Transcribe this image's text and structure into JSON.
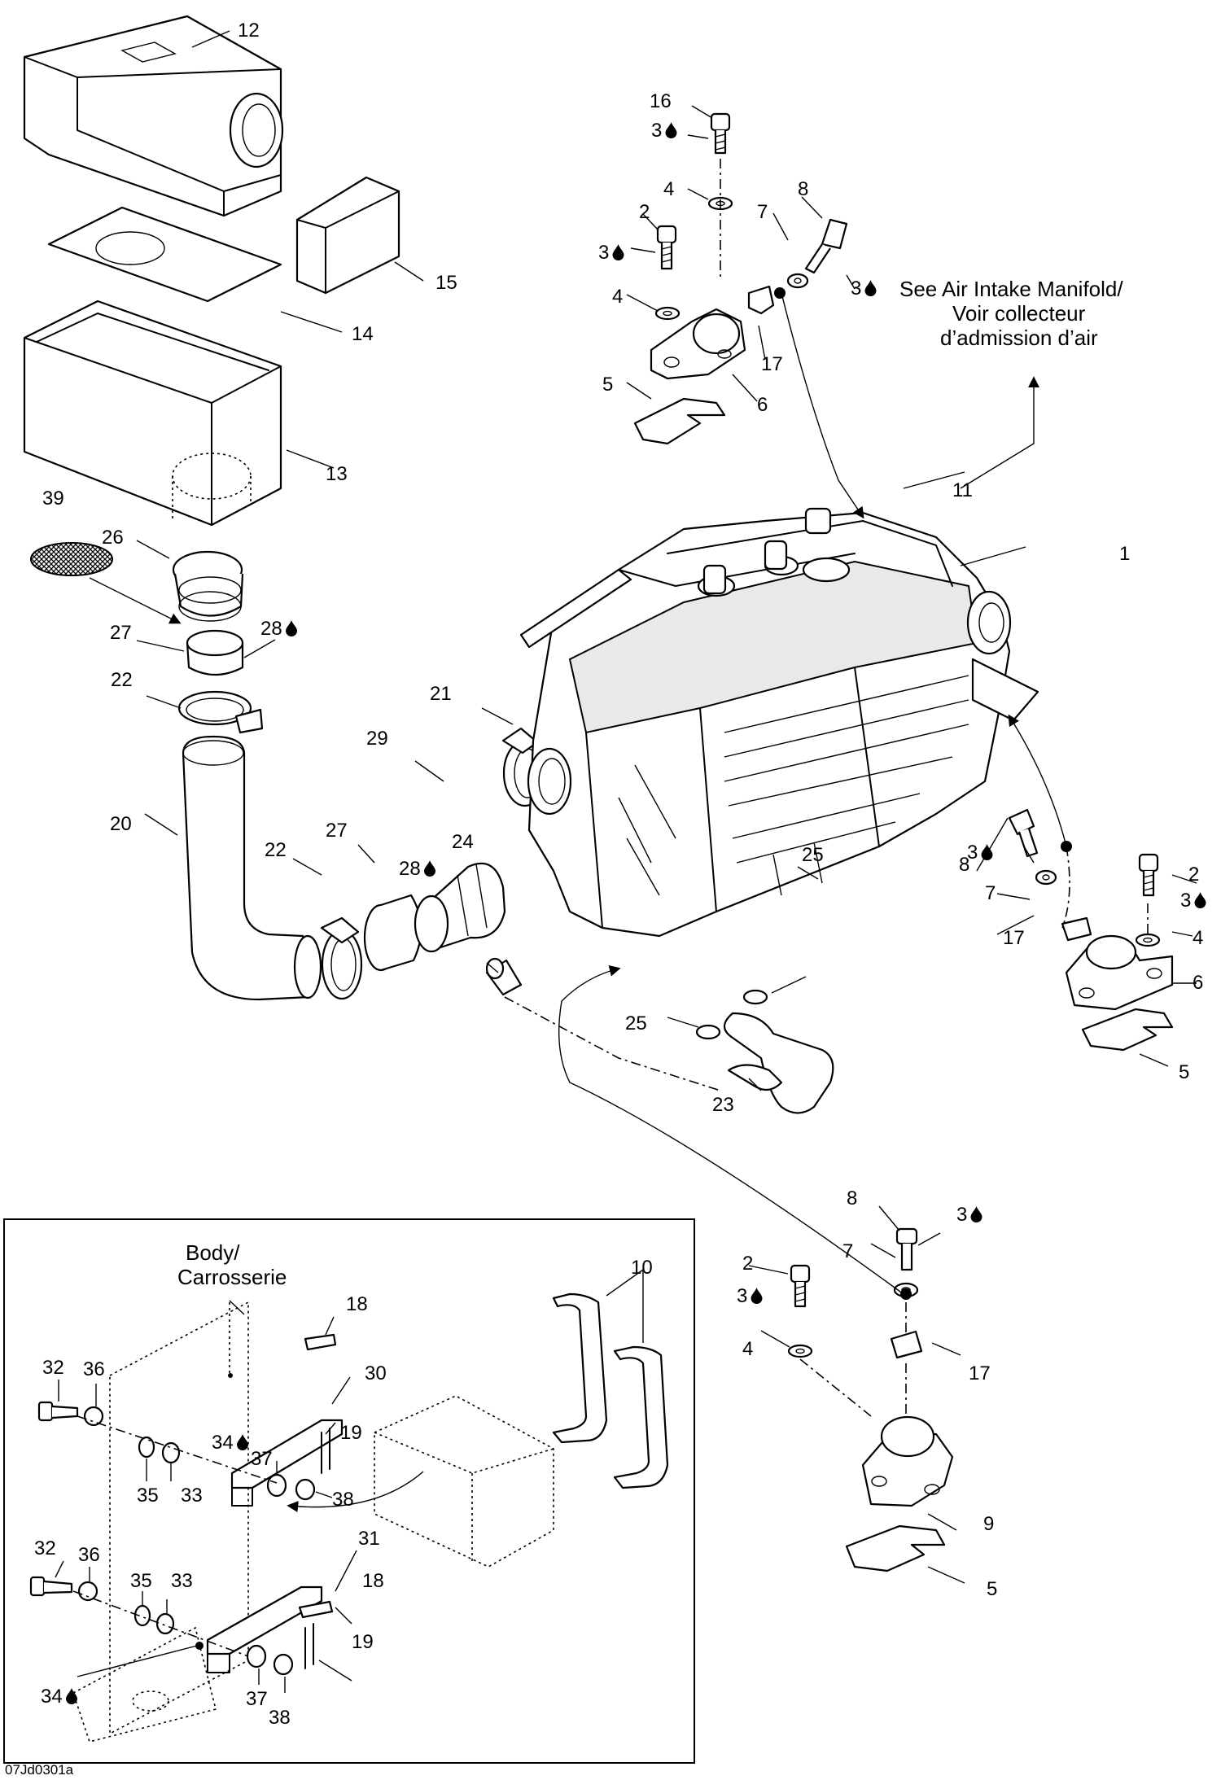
{
  "notes": {
    "air_intake_line1": "See Air Intake Manifold/",
    "air_intake_line2": "Voir collecteur",
    "air_intake_line3": "d’admission d’air",
    "body_line1": "Body/",
    "body_line2": "Carrosserie"
  },
  "figure_code": "07Jd0301a",
  "icons": {
    "lubricant": "drop-icon"
  },
  "callouts": [
    {
      "id": "c1",
      "num": "1",
      "drop": false
    },
    {
      "id": "c2a",
      "num": "2",
      "drop": false
    },
    {
      "id": "c2b",
      "num": "2",
      "drop": false
    },
    {
      "id": "c2c",
      "num": "2",
      "drop": false
    },
    {
      "id": "c3a",
      "num": "3",
      "drop": true
    },
    {
      "id": "c3b",
      "num": "3",
      "drop": true
    },
    {
      "id": "c3c",
      "num": "3",
      "drop": true
    },
    {
      "id": "c3d",
      "num": "3",
      "drop": true
    },
    {
      "id": "c3e",
      "num": "3",
      "drop": true
    },
    {
      "id": "c3f",
      "num": "3",
      "drop": true
    },
    {
      "id": "c3g",
      "num": "3",
      "drop": true
    },
    {
      "id": "c4a",
      "num": "4",
      "drop": false
    },
    {
      "id": "c4b",
      "num": "4",
      "drop": false
    },
    {
      "id": "c4c",
      "num": "4",
      "drop": false
    },
    {
      "id": "c4d",
      "num": "4",
      "drop": false
    },
    {
      "id": "c5a",
      "num": "5",
      "drop": false
    },
    {
      "id": "c5b",
      "num": "5",
      "drop": false
    },
    {
      "id": "c5c",
      "num": "5",
      "drop": false
    },
    {
      "id": "c6a",
      "num": "6",
      "drop": false
    },
    {
      "id": "c6b",
      "num": "6",
      "drop": false
    },
    {
      "id": "c7a",
      "num": "7",
      "drop": false
    },
    {
      "id": "c7b",
      "num": "7",
      "drop": false
    },
    {
      "id": "c7c",
      "num": "7",
      "drop": false
    },
    {
      "id": "c8a",
      "num": "8",
      "drop": false
    },
    {
      "id": "c8b",
      "num": "8",
      "drop": false
    },
    {
      "id": "c8c",
      "num": "8",
      "drop": false
    },
    {
      "id": "c9",
      "num": "9",
      "drop": false
    },
    {
      "id": "c10",
      "num": "10",
      "drop": false
    },
    {
      "id": "c11",
      "num": "11",
      "drop": false
    },
    {
      "id": "c12",
      "num": "12",
      "drop": false
    },
    {
      "id": "c13",
      "num": "13",
      "drop": false
    },
    {
      "id": "c14",
      "num": "14",
      "drop": false
    },
    {
      "id": "c15",
      "num": "15",
      "drop": false
    },
    {
      "id": "c16",
      "num": "16",
      "drop": false
    },
    {
      "id": "c17a",
      "num": "17",
      "drop": false
    },
    {
      "id": "c17b",
      "num": "17",
      "drop": false
    },
    {
      "id": "c17c",
      "num": "17",
      "drop": false
    },
    {
      "id": "c18a",
      "num": "18",
      "drop": false
    },
    {
      "id": "c18b",
      "num": "18",
      "drop": false
    },
    {
      "id": "c19a",
      "num": "19",
      "drop": false
    },
    {
      "id": "c19b",
      "num": "19",
      "drop": false
    },
    {
      "id": "c20",
      "num": "20",
      "drop": false
    },
    {
      "id": "c21",
      "num": "21",
      "drop": false
    },
    {
      "id": "c22a",
      "num": "22",
      "drop": false
    },
    {
      "id": "c22b",
      "num": "22",
      "drop": false
    },
    {
      "id": "c23",
      "num": "23",
      "drop": false
    },
    {
      "id": "c24",
      "num": "24",
      "drop": false
    },
    {
      "id": "c25a",
      "num": "25",
      "drop": false
    },
    {
      "id": "c25b",
      "num": "25",
      "drop": false
    },
    {
      "id": "c26",
      "num": "26",
      "drop": false
    },
    {
      "id": "c27a",
      "num": "27",
      "drop": false
    },
    {
      "id": "c27b",
      "num": "27",
      "drop": false
    },
    {
      "id": "c28a",
      "num": "28",
      "drop": true
    },
    {
      "id": "c28b",
      "num": "28",
      "drop": true
    },
    {
      "id": "c29",
      "num": "29",
      "drop": false
    },
    {
      "id": "c30",
      "num": "30",
      "drop": false
    },
    {
      "id": "c31",
      "num": "31",
      "drop": false
    },
    {
      "id": "c32a",
      "num": "32",
      "drop": false
    },
    {
      "id": "c32b",
      "num": "32",
      "drop": false
    },
    {
      "id": "c33a",
      "num": "33",
      "drop": false
    },
    {
      "id": "c33b",
      "num": "33",
      "drop": false
    },
    {
      "id": "c34a",
      "num": "34",
      "drop": true
    },
    {
      "id": "c34b",
      "num": "34",
      "drop": true
    },
    {
      "id": "c35a",
      "num": "35",
      "drop": false
    },
    {
      "id": "c35b",
      "num": "35",
      "drop": false
    },
    {
      "id": "c36a",
      "num": "36",
      "drop": false
    },
    {
      "id": "c36b",
      "num": "36",
      "drop": false
    },
    {
      "id": "c37a",
      "num": "37",
      "drop": false
    },
    {
      "id": "c37b",
      "num": "37",
      "drop": false
    },
    {
      "id": "c38a",
      "num": "38",
      "drop": false
    },
    {
      "id": "c38b",
      "num": "38",
      "drop": false
    },
    {
      "id": "c39",
      "num": "39",
      "drop": false
    }
  ]
}
